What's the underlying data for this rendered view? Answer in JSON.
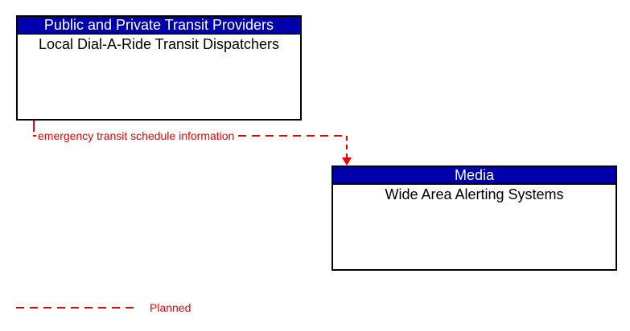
{
  "diagram": {
    "source_box": {
      "header": "Public and Private Transit Providers",
      "body": "Local Dial-A-Ride Transit Dispatchers"
    },
    "target_box": {
      "header": "Media",
      "body": "Wide Area Alerting Systems"
    },
    "flow": {
      "label": "emergency transit schedule information",
      "direction": "source-to-target",
      "line_style": "dashed",
      "status": "Planned"
    },
    "legend": {
      "label": "Planned",
      "line_style": "dashed"
    },
    "colors": {
      "header_bg": "#0000aa",
      "header_text": "#ffffff",
      "box_bg": "#ffffff",
      "box_border": "#000000",
      "flow_color": "#ee0000",
      "background": "#ffffff"
    }
  }
}
